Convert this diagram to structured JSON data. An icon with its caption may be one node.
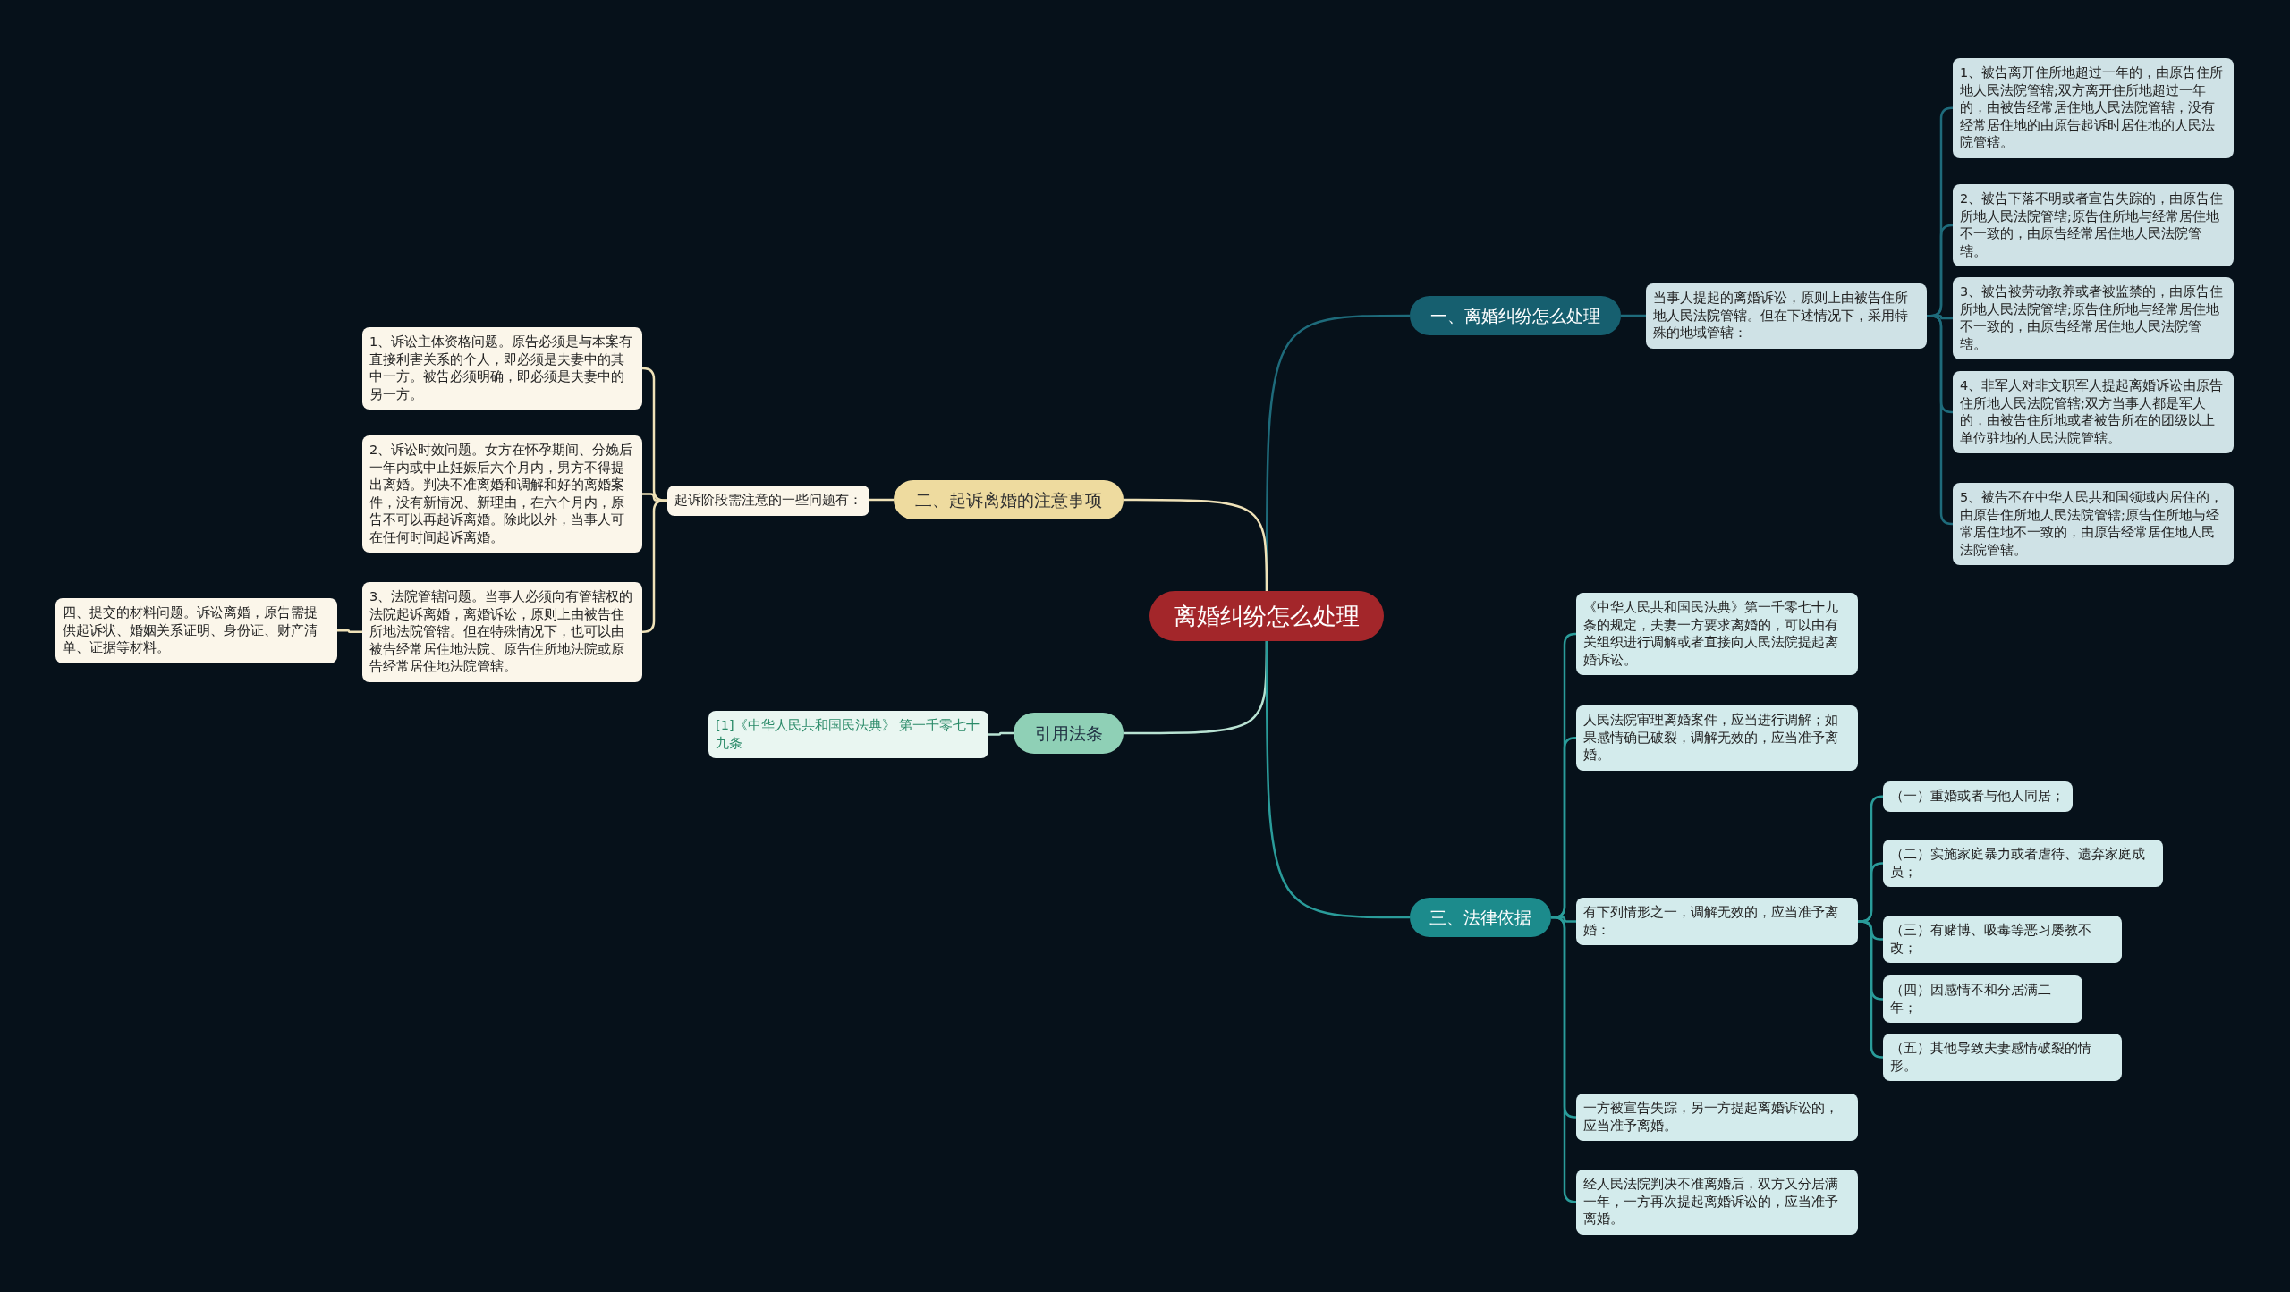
{
  "diagram": {
    "nodes": [
      {
        "text": [
          "离婚纠纷怎么处理"
        ]
      },
      {
        "text": [
          "一、离婚纠纷怎么处理"
        ]
      },
      {
        "text": [
          "当事人提起的离婚诉讼，原则上由被告住所地人民法院管辖。但在下述情况下，采用特殊的地域管辖："
        ]
      },
      {
        "text": [
          "1、被告离开住所地超过一年的，由原告住所地人民法院管辖;双方离开住所地超过一年的，由被告经常居住地人民法院管辖，没有经常居住地的由原告起诉时居住地的人民法院管辖。"
        ]
      },
      {
        "text": [
          "2、被告下落不明或者宣告失踪的，由原告住所地人民法院管辖;原告住所地与经常居住地不一致的，由原告经常居住地人民法院管辖。"
        ]
      },
      {
        "text": [
          "3、被告被劳动教养或者被监禁的，由原告住所地人民法院管辖;原告住所地与经常居住地不一致的，由原告经常居住地人民法院管辖。"
        ]
      },
      {
        "text": [
          "4、非军人对非文职军人提起离婚诉讼由原告住所地人民法院管辖;双方当事人都是军人的，由被告住所地或者被告所在的团级以上单位驻地的人民法院管辖。"
        ]
      },
      {
        "text": [
          "5、被告不在中华人民共和国领域内居住的，由原告住所地人民法院管辖;原告住所地与经常居住地不一致的，由原告经常居住地人民法院管辖。"
        ]
      },
      {
        "text": [
          "二、起诉离婚的注意事项"
        ]
      },
      {
        "text": [
          "起诉阶段需注意的一些问题有："
        ]
      },
      {
        "text": [
          "1、诉讼主体资格问题。原告必须是与本案有直接利害关系的个人，即必须是夫妻中的其中一方。被告必须明确，即必须是夫妻中的另一方。"
        ]
      },
      {
        "text": [
          "2、诉讼时效问题。女方在怀孕期间、分娩后一年内或中止妊娠后六个月内，男方不得提出离婚。判决不准离婚和调解和好的离婚案件，没有新情况、新理由，在六个月内，原告不可以再起诉离婚。除此以外，当事人可在任何时间起诉离婚。"
        ]
      },
      {
        "text": [
          "3、法院管辖问题。当事人必须向有管辖权的法院起诉离婚，离婚诉讼，原则上由被告住所地法院管辖。但在特殊情况下，也可以由被告经常居住地法院、原告住所地法院或原告经常居住地法院管辖。"
        ]
      },
      {
        "text": [
          "四、提交的材料问题。诉讼离婚，原告需提供起诉状、婚姻关系证明、身份证、财产清单、证据等材料。"
        ]
      },
      {
        "text": [
          "引用法条"
        ]
      },
      {
        "text": [
          "[1]《中华人民共和国民法典》 第一千零七十九条"
        ]
      },
      {
        "text": [
          "三、法律依据"
        ]
      },
      {
        "text": [
          "《中华人民共和国民法典》第一千零七十九条的规定，夫妻一方要求离婚的，可以由有关组织进行调解或者直接向人民法院提起离婚诉讼。"
        ]
      },
      {
        "text": [
          "人民法院审理离婚案件，应当进行调解；如果感情确已破裂，调解无效的，应当准予离婚。"
        ]
      },
      {
        "text": [
          "有下列情形之一，调解无效的，应当准予离婚："
        ]
      },
      {
        "text": [
          "（一）重婚或者与他人同居；"
        ]
      },
      {
        "text": [
          "（二）实施家庭暴力或者虐待、遗弃家庭成员；"
        ]
      },
      {
        "text": [
          "（三）有赌博、吸毒等恶习屡教不改；"
        ]
      },
      {
        "text": [
          "（四）因感情不和分居满二年；"
        ]
      },
      {
        "text": [
          "（五）其他导致夫妻感情破裂的情形。"
        ]
      },
      {
        "text": [
          "一方被宣告失踪，另一方提起离婚诉讼的，应当准予离婚。"
        ]
      },
      {
        "text": [
          "经人民法院判决不准离婚后，双方又分居满一年，一方再次提起离婚诉讼的，应当准予离婚。"
        ]
      }
    ],
    "edges": [
      {
        "from": 0,
        "to": 1,
        "arrow": "none",
        "color": "#1e6b7b"
      },
      {
        "from": 1,
        "to": 2,
        "arrow": "none",
        "color": "#1e6b7b"
      },
      {
        "from": 2,
        "to": 3,
        "arrow": "none",
        "color": "#1e6b7b"
      },
      {
        "from": 2,
        "to": 4,
        "arrow": "none",
        "color": "#1e6b7b"
      },
      {
        "from": 2,
        "to": 5,
        "arrow": "none",
        "color": "#1e6b7b"
      },
      {
        "from": 2,
        "to": 6,
        "arrow": "none",
        "color": "#1e6b7b"
      },
      {
        "from": 2,
        "to": 7,
        "arrow": "none",
        "color": "#1e6b7b"
      },
      {
        "from": 0,
        "to": 8,
        "arrow": "none",
        "color": "#efe2b8"
      },
      {
        "from": 8,
        "to": 9,
        "arrow": "none",
        "color": "#efe2b8"
      },
      {
        "from": 9,
        "to": 10,
        "arrow": "none",
        "color": "#efe2b8"
      },
      {
        "from": 9,
        "to": 11,
        "arrow": "none",
        "color": "#efe2b8"
      },
      {
        "from": 9,
        "to": 12,
        "arrow": "none",
        "color": "#efe2b8"
      },
      {
        "from": 12,
        "to": 13,
        "arrow": "none",
        "color": "#efe2b8"
      },
      {
        "from": 0,
        "to": 14,
        "arrow": "none",
        "color": "#b9e3d3"
      },
      {
        "from": 14,
        "to": 15,
        "arrow": "none",
        "color": "#b9e3d3"
      },
      {
        "from": 0,
        "to": 16,
        "arrow": "none"
      },
      {
        "from": 16,
        "to": 17,
        "arrow": "none"
      },
      {
        "from": 16,
        "to": 18,
        "arrow": "none"
      },
      {
        "from": 16,
        "to": 19,
        "arrow": "none"
      },
      {
        "from": 16,
        "to": 25,
        "arrow": "none"
      },
      {
        "from": 16,
        "to": 26,
        "arrow": "none"
      },
      {
        "from": 19,
        "to": 20,
        "arrow": "none"
      },
      {
        "from": 19,
        "to": 21,
        "arrow": "none"
      },
      {
        "from": 19,
        "to": 22,
        "arrow": "none"
      },
      {
        "from": 19,
        "to": 23,
        "arrow": "none"
      },
      {
        "from": 19,
        "to": 24,
        "arrow": "none"
      }
    ]
  }
}
